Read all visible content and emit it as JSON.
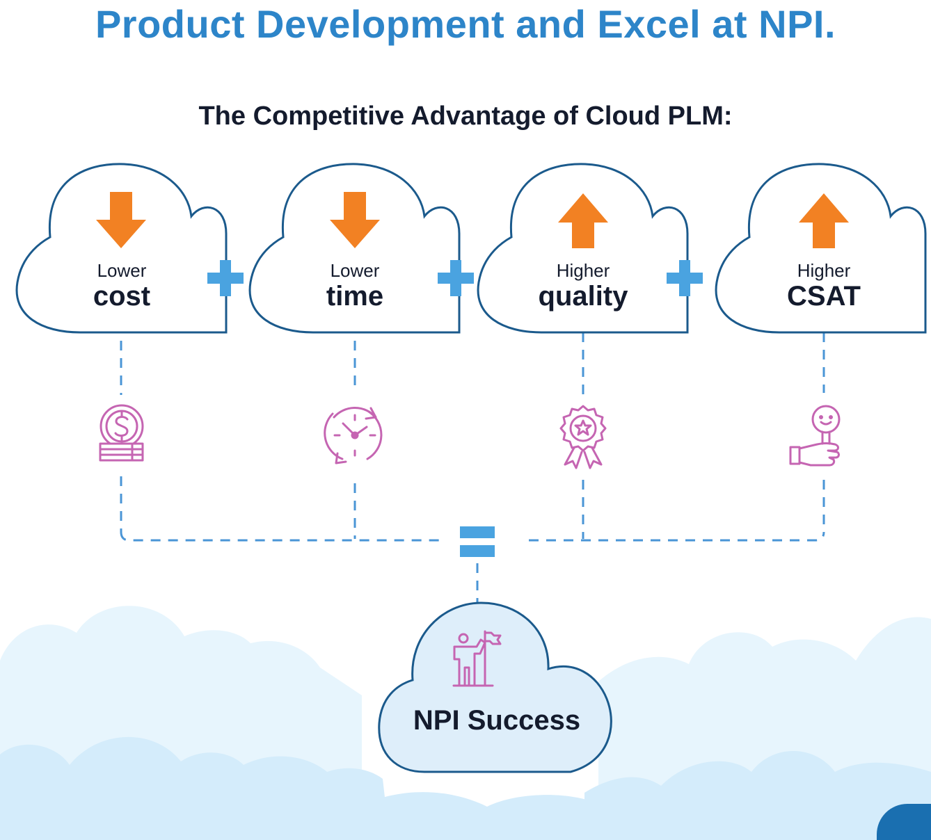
{
  "header": {
    "title": "Product Development and Excel at NPI.",
    "subtitle": "The Competitive Advantage of Cloud PLM:"
  },
  "colors": {
    "title_blue": "#2d85c9",
    "cloud_outline": "#1b5a8c",
    "operator_blue": "#4aa3e0",
    "arrow_orange": "#f28123",
    "icon_pink": "#c565b2",
    "background_cloud": "#d4ecfb"
  },
  "advantages": [
    {
      "direction": "down",
      "small": "Lower",
      "big": "cost",
      "icon": "coins-icon"
    },
    {
      "direction": "down",
      "small": "Lower",
      "big": "time",
      "icon": "clock-icon"
    },
    {
      "direction": "up",
      "small": "Higher",
      "big": "quality",
      "icon": "award-ribbon-icon"
    },
    {
      "direction": "up",
      "small": "Higher",
      "big": "CSAT",
      "icon": "smiley-hand-icon"
    }
  ],
  "operators": {
    "plus": "plus-icon",
    "equals": "equals-icon"
  },
  "result": {
    "label": "NPI Success",
    "icon": "person-flag-icon"
  }
}
